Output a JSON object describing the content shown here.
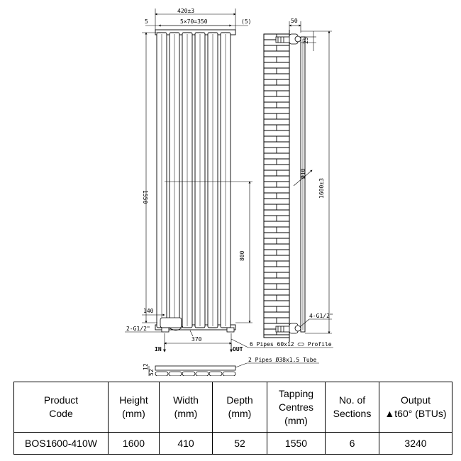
{
  "diagram": {
    "front_labels": {
      "overall_width": "420±3",
      "left_offset": "5",
      "pipe_spacing": "5×70=350",
      "right_offset": "(5)",
      "pipe_height": "1550",
      "tapping_height": "800",
      "inlet_offset": "140",
      "inlet_thread": "2-G1/2\"",
      "tapping_centres": "370",
      "inlet": "IN",
      "outlet": "OUT"
    },
    "side_labels": {
      "wall_gap": "50",
      "top_offset": "25",
      "overall_height": "1600±3",
      "bracket_rod": "Ø10",
      "bracket_thread": "4-G1/2\""
    },
    "profile_labels": {
      "pipes_profile": "6 Pipes 60x12 ⊂⊃ Profile",
      "tubes": "2 Pipes Ø38x1.5 Tube",
      "depth_a": "12",
      "depth_b": "52"
    }
  },
  "table": {
    "headers": [
      [
        "Product",
        "Code"
      ],
      [
        "Height",
        "(mm)"
      ],
      [
        "Width",
        "(mm)"
      ],
      [
        "Depth",
        "(mm)"
      ],
      [
        "Tapping",
        "Centres",
        "(mm)"
      ],
      [
        "No. of",
        "Sections"
      ],
      [
        "Output",
        "▲t60° (BTUs)"
      ]
    ],
    "row": [
      "BOS1600-410W",
      "1600",
      "410",
      "52",
      "1550",
      "6",
      "3240"
    ]
  }
}
